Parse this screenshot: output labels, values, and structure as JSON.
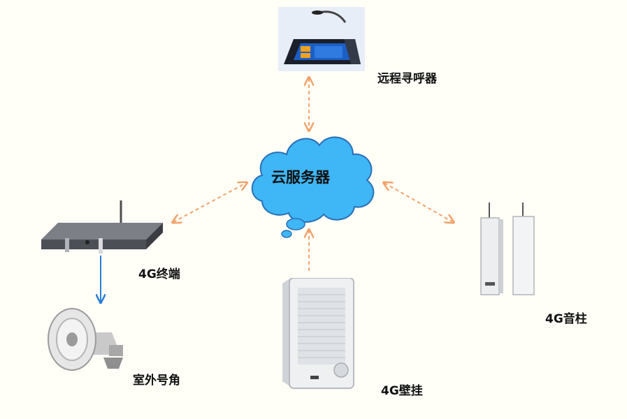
{
  "diagram": {
    "hub": {
      "label": "云服务器",
      "color": "#3fb6f5"
    },
    "nodes": {
      "pager": {
        "label": "远程寻呼器"
      },
      "terminal": {
        "label": "4G终端"
      },
      "horn": {
        "label": "室外号角"
      },
      "wall_speaker": {
        "label": "4G壁挂"
      },
      "column_speaker": {
        "label": "4G音柱"
      }
    },
    "connector_color": "#f2a36b",
    "arrow_color": "#2a7fd6"
  }
}
